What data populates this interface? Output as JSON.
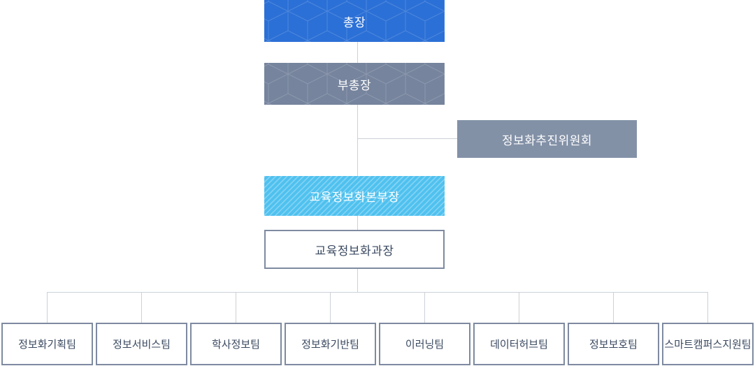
{
  "org_chart": {
    "nodes": {
      "president": {
        "label": "총장"
      },
      "vice_president": {
        "label": "부총장"
      },
      "committee": {
        "label": "정보화추진위원회"
      },
      "director": {
        "label": "교육정보화본부장"
      },
      "chief": {
        "label": "교육정보화과장"
      }
    },
    "teams": [
      {
        "label": "정보화기획팀"
      },
      {
        "label": "정보서비스팀"
      },
      {
        "label": "학사정보팀"
      },
      {
        "label": "정보화기반팀"
      },
      {
        "label": "이러닝팀"
      },
      {
        "label": "데이터허브팀"
      },
      {
        "label": "정보보호팀"
      },
      {
        "label": "스마트캠퍼스지원팀"
      }
    ],
    "colors": {
      "president_bg": "#2b70d6",
      "vice_bg": "#76849d",
      "committee_bg": "#8391a7",
      "director_bg": "#4fc1ef",
      "box_border": "#7e8aa0",
      "connector": "#ccd0d6",
      "dark_text": "#3a4960",
      "white_text": "#ffffff"
    }
  }
}
